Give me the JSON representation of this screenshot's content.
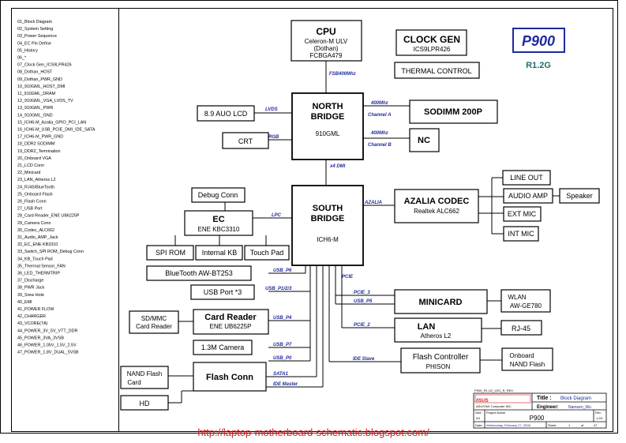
{
  "toc": [
    "01_Block Diagram",
    "02_System Setting",
    "03_Power Sequence",
    "04_EC Pin Define",
    "05_History",
    "06_*",
    "07_Clock Gen_ICS9LPR426",
    "08_Dothan_HOST",
    "09_Dothan_PWR_GND",
    "10_910GML_HOST_DMI",
    "11_910GML_DRAM",
    "12_910GML_VGA_LVDS_TV",
    "13_910GML_PWR",
    "14_910GML_GND",
    "15_ICH6-M_Azalia_GPIO_PCI_LAN",
    "16_ICH6-M_USB_PCIE_DMI_IDE_SATA",
    "17_ICH6-M_PWR_GND",
    "18_DDR2 SODIMM",
    "19_DDR2_Termination",
    "20_Onboard VGA",
    "21_LCD Conn",
    "22_Minicard",
    "23_LAN_Atheros L2",
    "24_RJ45/BlueTooth",
    "25_Onboard Flash",
    "26_Flash Conn",
    "27_USB Port",
    "28_Card Reader_ENE UB6225P",
    "29_Camera Conn",
    "30_Codec_ALC662",
    "31_Audio_AMP_Jack",
    "32_EC_ENE KB3310",
    "33_Switch_SPI ROM_Debug Conn",
    "34_KB_Touch Pad",
    "35_Thermal Sensor_FAN",
    "36_LED_THERMTRIP",
    "37_Discharge",
    "38_PWR Jack",
    "39_Srew Hole",
    "40_EMI",
    "41_POWER FLOW",
    "42_CHARGER",
    "43_VCORE(7A)",
    "44_POWER_3V_5V_VTT_DDR",
    "45_POWER_3VA_3VSB",
    "46_POWER_1.05V_1.5V_2.5V",
    "47_POWER_1.8V_DUAL_5VSB"
  ],
  "blocks": {
    "cpu": {
      "title": "CPU",
      "l1": "Celeron-M ULV",
      "l2": "(Dothan)",
      "l3": "FCBGA479"
    },
    "clock_gen": {
      "title": "CLOCK GEN",
      "sub": "ICS9LPR426"
    },
    "thermal_control": "THERMAL CONTROL",
    "model_box": "P900",
    "revision": "R1.2G",
    "north_bridge": {
      "title1": "NORTH",
      "title2": "BRIDGE",
      "sub": "910GML"
    },
    "lcd": "8.9 AUO LCD",
    "crt": "CRT",
    "sodimm": "SODIMM 200P",
    "nc": "NC",
    "south_bridge": {
      "title1": "SOUTH",
      "title2": "BRIDGE",
      "sub": "ICH6-M"
    },
    "azalia_codec": {
      "title": "AZALIA CODEC",
      "sub": "Realtek ALC662"
    },
    "line_out": "LINE OUT",
    "audio_amp": "AUDIO AMP",
    "speaker": "Speaker",
    "ext_mic": "EXT MIC",
    "int_mic": "INT MIC",
    "debug_conn": "Debug Conn",
    "ec": {
      "title": "EC",
      "sub": "ENE KBC3310"
    },
    "spi_rom": "SPI ROM",
    "internal_kb": "Internal KB",
    "touch_pad": "Touch Pad",
    "bluetooth": "BlueTooth    AW-BT253",
    "usb_port": "USB Port *3",
    "card_reader": {
      "title": "Card Reader",
      "sub": "ENE UB6225P"
    },
    "sd_mmc": {
      "l1": "SD/MMC",
      "l2": "Card Reader"
    },
    "camera": "1.3M Camera",
    "flash_conn": "Flash Conn",
    "nand_flash_card": {
      "l1": "NAND Flash",
      "l2": "Card"
    },
    "hd": "HD",
    "minicard": "MINICARD",
    "wlan": {
      "l1": "WLAN",
      "l2": "AW-GE780"
    },
    "lan": {
      "title": "LAN",
      "sub": "Atheros L2"
    },
    "rj45": "RJ-45",
    "flash_controller": {
      "title": "Flash Controller",
      "sub": "PHISON"
    },
    "onboard_nand": {
      "l1": "Onboard",
      "l2": "NAND Flash"
    }
  },
  "buses": {
    "fsb": "FSB400Mhz",
    "lvds": "LVDS",
    "rgb": "RGB",
    "ch_a_speed": "400Mhz",
    "ch_a": "Channel  A",
    "ch_b_speed": "400Mhz",
    "ch_b": "Channel  B",
    "dmi": "x4  DMI",
    "azalia": "AZALIA",
    "lpc": "LPC",
    "pcie": "PCIE",
    "usb_p6": "USB_P6",
    "usb_p123": "USB_P1/2/3",
    "pcie_3": "PCIE_3",
    "usb_p5": "USB_P5",
    "usb_p4": "USB_P4",
    "pcie_2": "PCIE_2",
    "usb_p7": "USB_P7",
    "usb_p0": "USB_P0",
    "ide_slave": "IDE Slave",
    "sata1": "SATA1",
    "ide_master": "IDE Master"
  },
  "title_block": {
    "header": "P900_R1.1G_V2G_R_REV",
    "title_label": "Title :",
    "title_value": "Block Diagram",
    "engineer_label": "Engineer:",
    "engineer_value": "Namsen_Wu",
    "company": "ASUSTeK Computer INC.",
    "size_label": "Size",
    "size_value": "A3",
    "project_label": "Project Name",
    "project_value": "P900",
    "rev_label": "Rev",
    "rev_value": "1.2G",
    "date_label": "Date:",
    "date_value": "Wednesday, February 27, 2008",
    "sheet_label": "Sheet",
    "sheet_value": "1",
    "of_label": "of",
    "of_value": "47"
  },
  "watermark": "http://laptop-motherboard-schematic.blogspot.com/",
  "colors": {
    "blue": "#1f2a9c",
    "red": "#d42020",
    "teal": "#1a6f6f"
  }
}
